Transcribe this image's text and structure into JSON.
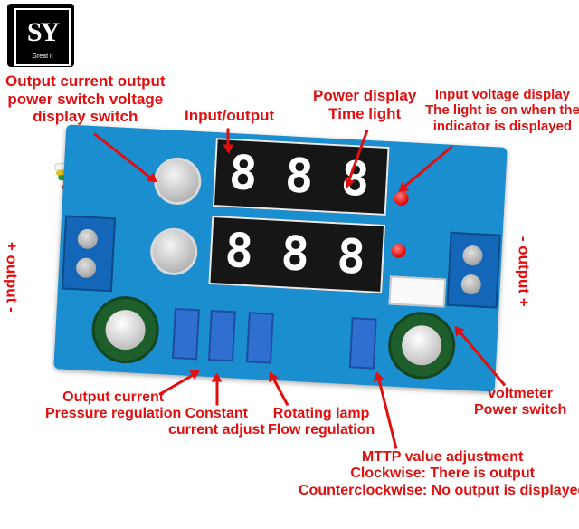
{
  "logo": {
    "mark": "SY",
    "tagline": "Great it"
  },
  "labels": {
    "output_switch": [
      "Output current output",
      "power switch voltage",
      "display switch"
    ],
    "input_output": "Input/output",
    "power_display": [
      "Power display",
      "Time light"
    ],
    "input_voltage": [
      "Input voltage display",
      "The light is on when the",
      "indicator is displayed"
    ],
    "plus_output": "+ output -",
    "minus_output": "- output +",
    "output_current": [
      "Output current",
      "Pressure regulation"
    ],
    "constant_current": [
      "Constant",
      "current adjust"
    ],
    "rotating_lamp": [
      "Rotating lamp",
      "Flow regulation"
    ],
    "voltmeter": [
      "voltmeter",
      "Power switch"
    ],
    "mttp": [
      "MTTP value adjustment",
      "Clockwise: There is output",
      "Counterclockwise: No output is displayed"
    ]
  },
  "colors": {
    "label": "#e01010",
    "board": "#1b8ed0"
  }
}
